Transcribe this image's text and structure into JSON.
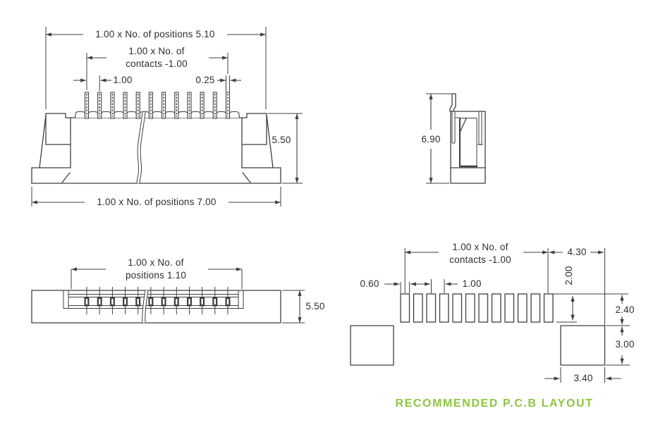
{
  "colors": {
    "accent": "#8CC63F",
    "line": "#3F3F3F",
    "text": "#2E2E2E"
  },
  "front_view": {
    "dim_overall_top": "1.00 x No. of positions 5.10",
    "dim_contacts_l1": "1.00 x No. of",
    "dim_contacts_l2": "contacts -1.00",
    "dim_pitch": "1.00",
    "dim_contact_width": "0.25",
    "dim_height": "5.50",
    "dim_overall_bottom": "1.00 x No. of positions 7.00",
    "pin_count": 12
  },
  "side_view": {
    "dim_height": "6.90"
  },
  "top_view": {
    "dim_positions_l1": "1.00 x No. of",
    "dim_positions_l2": "positions 1.10",
    "dim_height": "5.50",
    "contact_count": 12
  },
  "pcb_layout": {
    "dim_contacts_l1": "1.00 x No. of",
    "dim_contacts_l2": "contacts -1.00",
    "dim_end_offset": "4.30",
    "dim_pad_width": "0.60",
    "dim_pitch": "1.00",
    "dim_pad_height": "2.00",
    "dim_row_gap": "2.40",
    "dim_hole_height": "3.00",
    "dim_hole_width": "3.40",
    "pad_count": 12,
    "caption": "RECOMMENDED P.C.B LAYOUT"
  }
}
